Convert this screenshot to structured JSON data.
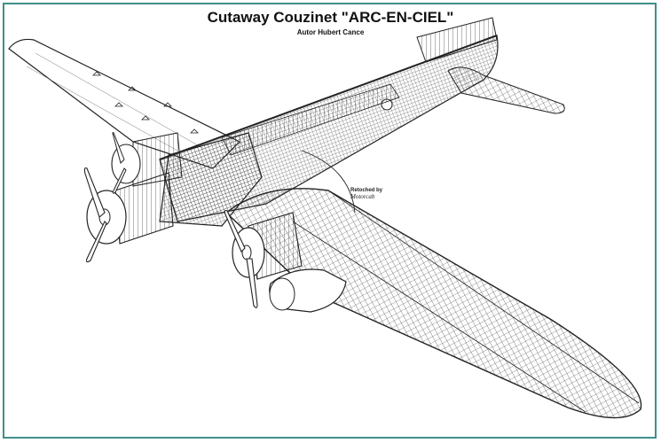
{
  "title": "Cutaway Couzinet \"ARC-EN-CIEL\"",
  "subtitle": "Autor Hubert Cance",
  "credit": {
    "line1": "Retoched by",
    "line2": "Motorcab"
  },
  "colors": {
    "frame": "#3f8f8a",
    "line": "#222222"
  }
}
